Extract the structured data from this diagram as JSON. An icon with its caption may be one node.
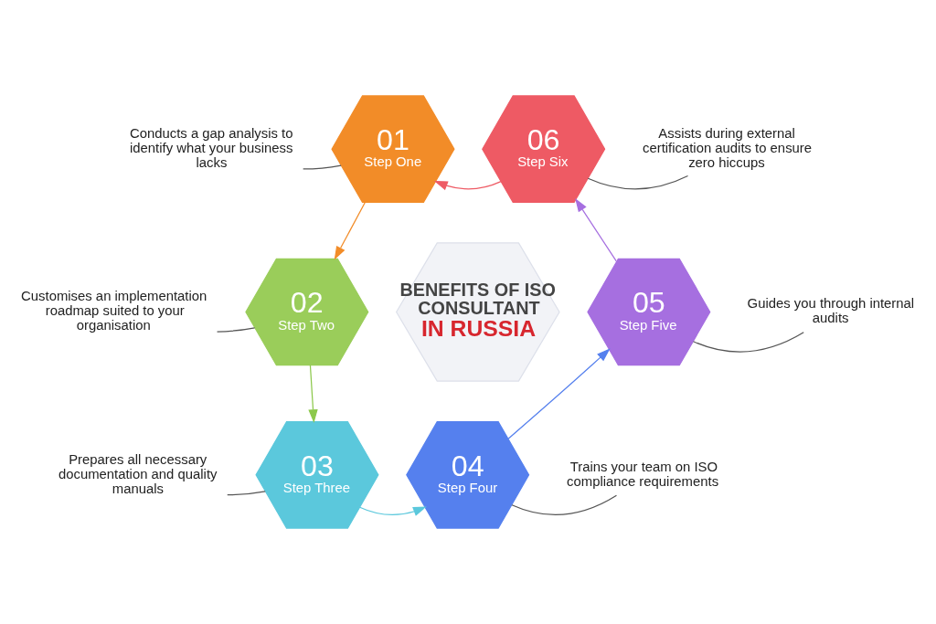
{
  "diagram": {
    "nodes": [
      {
        "text": [
          "BENEFITS OF ISO CONSULTANT",
          "IN RUSSIA"
        ]
      },
      {
        "text": [
          "01",
          "Step One"
        ]
      },
      {
        "text": [
          "02",
          "Step Two"
        ]
      },
      {
        "text": [
          "03",
          "Step Three"
        ]
      },
      {
        "text": [
          "04",
          "Step Four"
        ]
      },
      {
        "text": [
          "05",
          "Step Five"
        ]
      },
      {
        "text": [
          "06",
          "Step Six"
        ]
      },
      {
        "text": [
          "Conducts a gap analysis to identify what your business lacks"
        ]
      },
      {
        "text": [
          "Customises an implementation roadmap suited to your organisation"
        ]
      },
      {
        "text": [
          "Prepares all necessary documentation and quality manuals"
        ]
      },
      {
        "text": [
          "Trains your team on ISO compliance requirements"
        ]
      },
      {
        "text": [
          "Guides you through internal audits"
        ]
      },
      {
        "text": [
          "Assists during external certification audits to ensure zero hiccups"
        ]
      }
    ],
    "edges": [
      {
        "from": 1,
        "to": 2,
        "arrow": "to",
        "color": "#f28c28"
      },
      {
        "from": 2,
        "to": 3,
        "arrow": "to",
        "color": "#8cc84b"
      },
      {
        "from": 3,
        "to": 4,
        "arrow": "to",
        "color": "#5bc8dc"
      },
      {
        "from": 4,
        "to": 5,
        "arrow": "to",
        "color": "#5580ee"
      },
      {
        "from": 5,
        "to": 6,
        "arrow": "to",
        "color": "#a66fe0"
      },
      {
        "from": 6,
        "to": 1,
        "arrow": "to",
        "color": "#ee5a64"
      },
      {
        "from": 7,
        "to": 1,
        "arrow": "none"
      },
      {
        "from": 8,
        "to": 2,
        "arrow": "none"
      },
      {
        "from": 9,
        "to": 3,
        "arrow": "none"
      },
      {
        "from": 10,
        "to": 4,
        "arrow": "none"
      },
      {
        "from": 11,
        "to": 5,
        "arrow": "none"
      },
      {
        "from": 12,
        "to": 6,
        "arrow": "none"
      }
    ]
  }
}
